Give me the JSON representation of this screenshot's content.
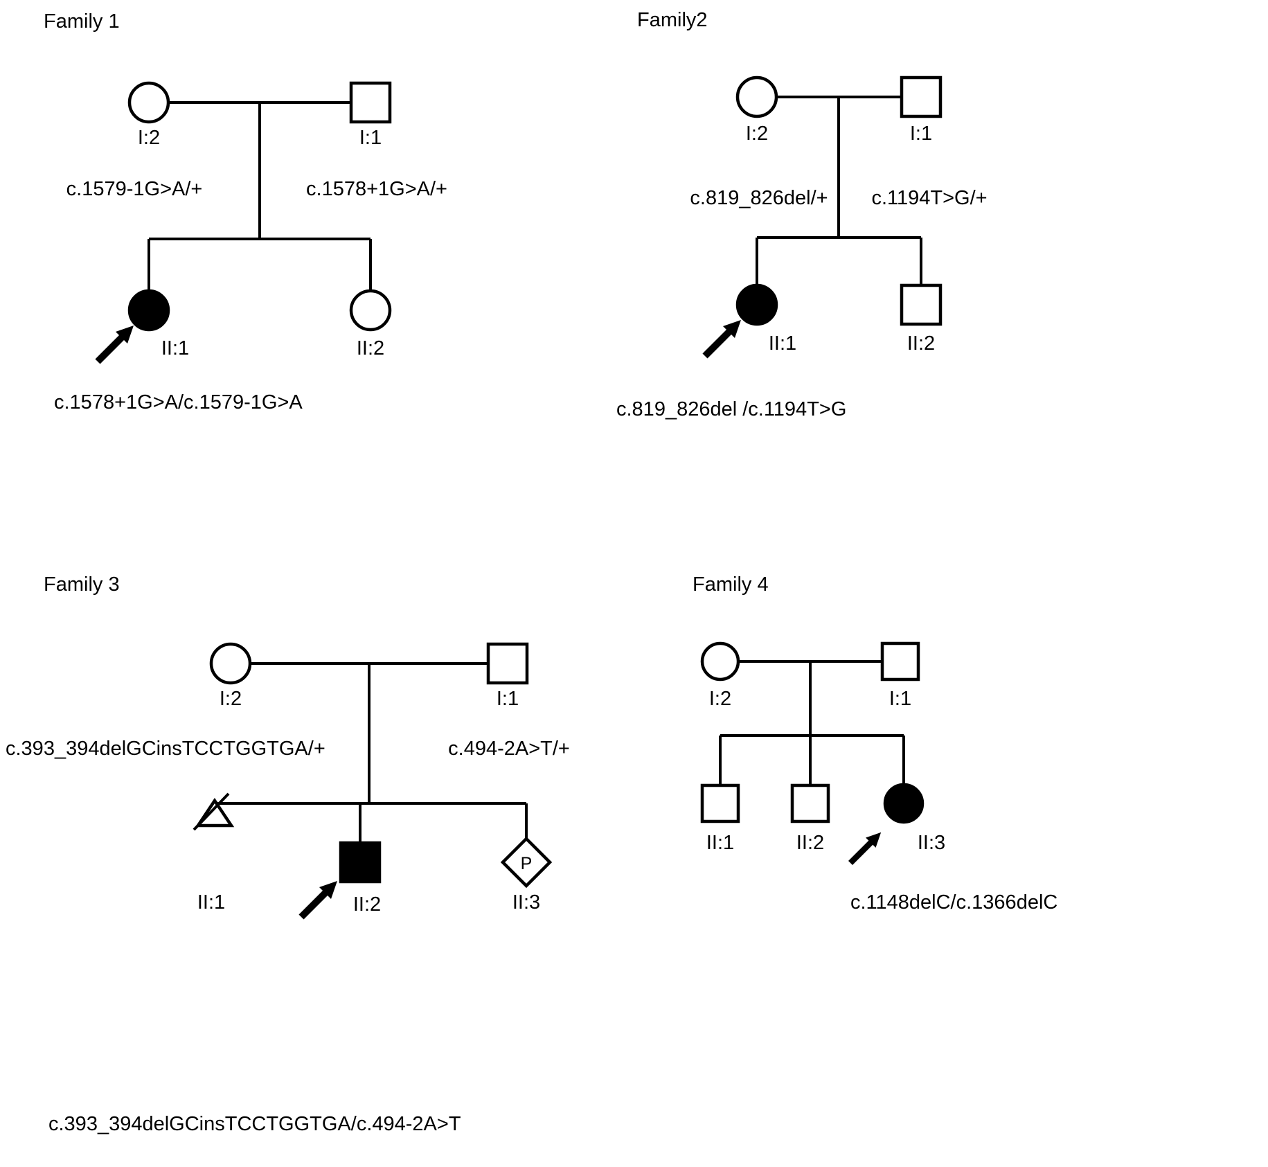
{
  "figure": {
    "background": "#ffffff",
    "line_color": "#000000"
  },
  "family1": {
    "title": "Family 1",
    "mother": {
      "id": "I:2",
      "mutation": "c.1579-1G>A/+",
      "affected": false
    },
    "father": {
      "id": "I:1",
      "mutation": "c.1578+1G>A/+",
      "affected": false
    },
    "children": [
      {
        "id": "II:1",
        "sex": "female",
        "affected": true,
        "proband": true
      },
      {
        "id": "II:2",
        "sex": "female",
        "affected": false
      }
    ],
    "proband_genotype": "c.1578+1G>A/c.1579-1G>A"
  },
  "family2": {
    "title": "Family2",
    "mother": {
      "id": "I:2",
      "mutation": "c.819_826del/+",
      "affected": false
    },
    "father": {
      "id": "I:1",
      "mutation": "c.1194T>G/+",
      "affected": false
    },
    "children": [
      {
        "id": "II:1",
        "sex": "female",
        "affected": true,
        "proband": true
      },
      {
        "id": "II:2",
        "sex": "male",
        "affected": false
      }
    ],
    "proband_genotype": "c.819_826del /c.1194T>G"
  },
  "family3": {
    "title": "Family 3",
    "mother": {
      "id": "I:2",
      "mutation": "c.393_394delGCinsTCCTGGTGA/+",
      "affected": false
    },
    "father": {
      "id": "I:1",
      "mutation": "c.494-2A>T/+",
      "affected": false
    },
    "children": [
      {
        "id": "II:1",
        "symbol": "triangle-miscarriage"
      },
      {
        "id": "II:2",
        "sex": "male",
        "affected": true,
        "proband": true
      },
      {
        "id": "II:3",
        "symbol": "diamond-pregnancy",
        "inside_label": "P"
      }
    ],
    "proband_genotype": "c.393_394delGCinsTCCTGGTGA/c.494-2A>T"
  },
  "family4": {
    "title": "Family 4",
    "mother": {
      "id": "I:2"
    },
    "father": {
      "id": "I:1"
    },
    "children": [
      {
        "id": "II:1",
        "sex": "male",
        "affected": false
      },
      {
        "id": "II:2",
        "sex": "male",
        "affected": false
      },
      {
        "id": "II:3",
        "sex": "female",
        "affected": true,
        "proband": true
      }
    ],
    "proband_genotype": "c.1148delC/c.1366delC"
  }
}
